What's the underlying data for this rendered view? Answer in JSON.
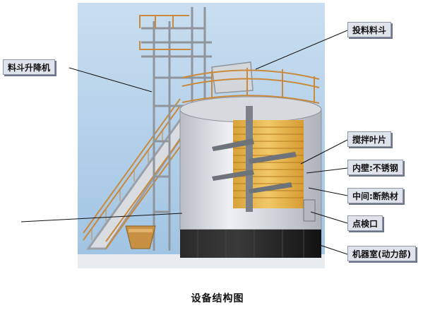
{
  "labels": {
    "hopper": "投料料斗",
    "hoist": "料斗升降机",
    "blades": "搅拌叶片",
    "inner_wall": "内壁:不锈钢",
    "middle_layer": "中间:断熱材",
    "inspection_port": "点検口",
    "machine_room": "机器室(动力部)"
  },
  "caption": "设备结构图",
  "colors": {
    "sky": "#a9cbe8",
    "steel": "#c8ccd2",
    "railing": "#c98a3d",
    "insulation": "#e8b84e",
    "base": "#1c1c1c",
    "callout_bg": "#dfe3ec"
  }
}
